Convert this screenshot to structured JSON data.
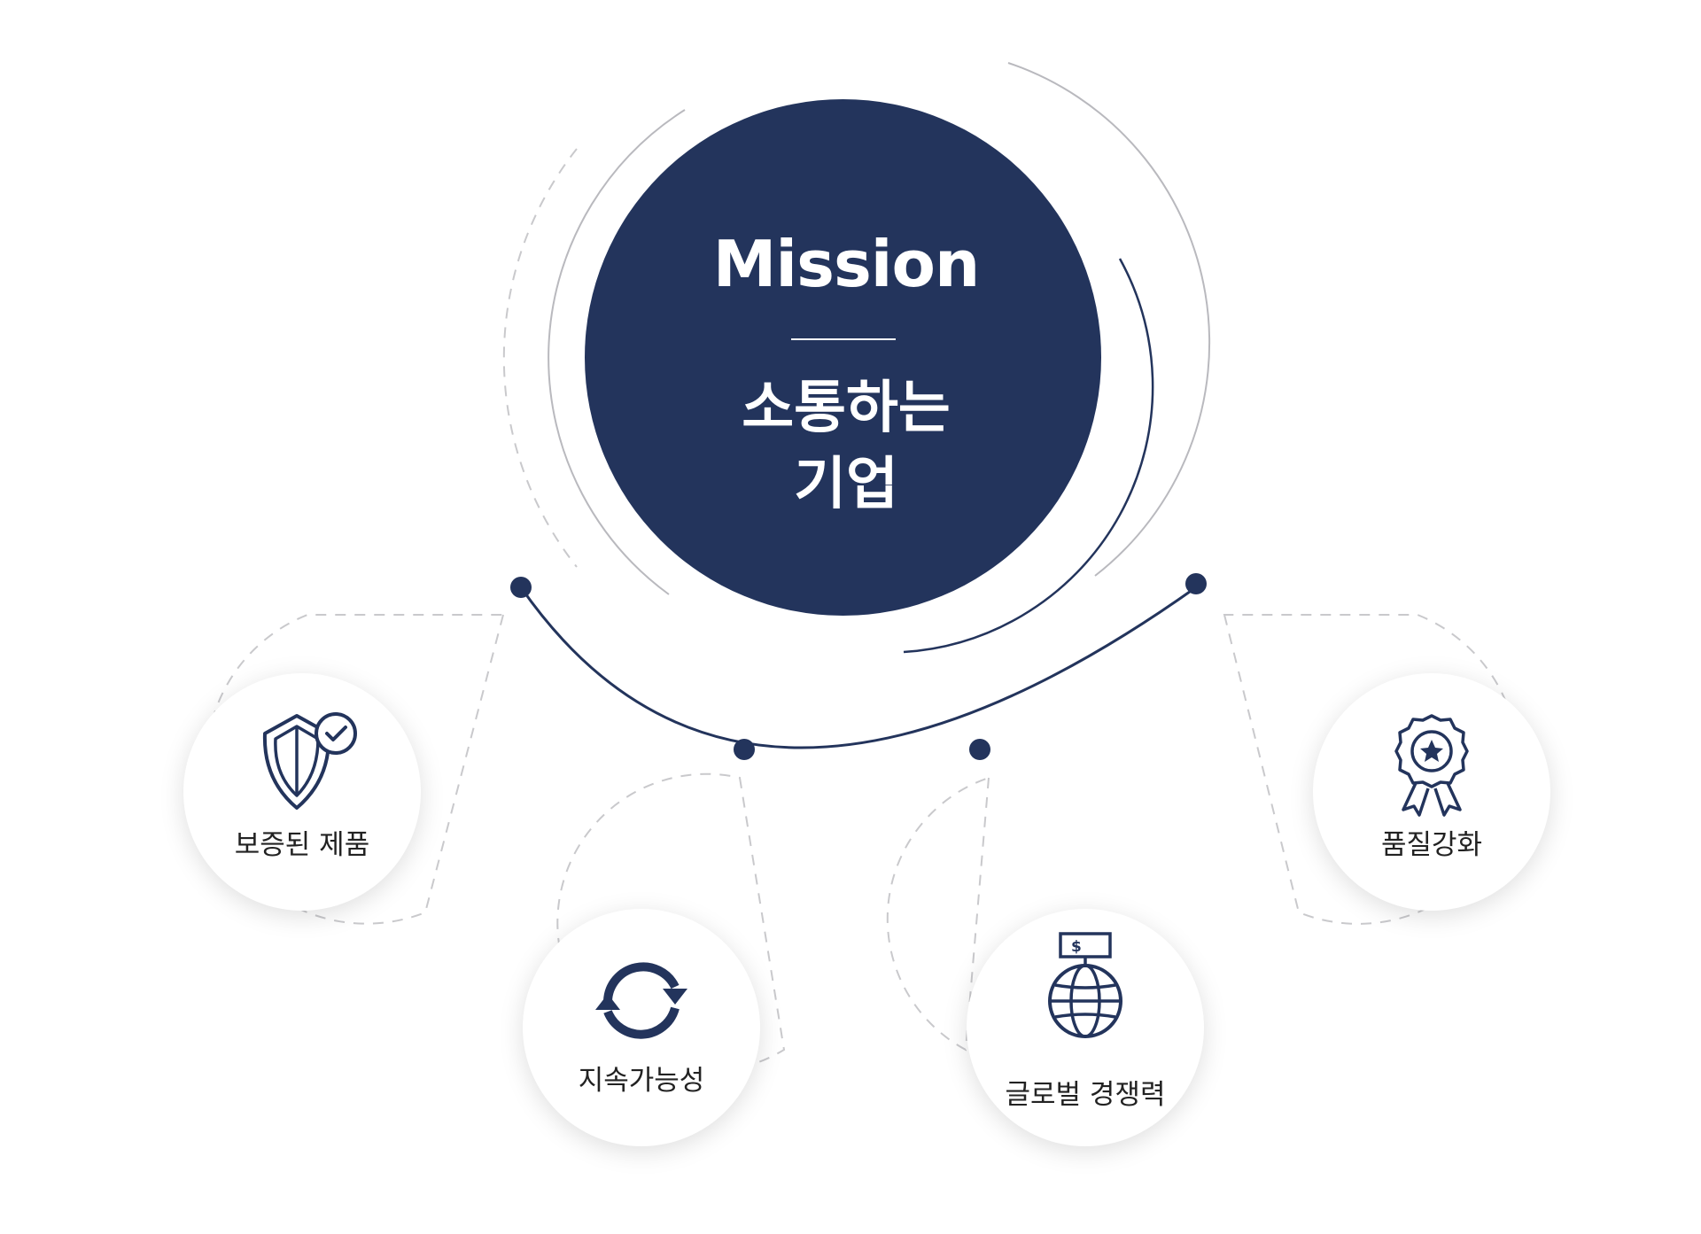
{
  "mission": {
    "title": "Mission",
    "slogan_line1": "소통하는",
    "slogan_line2": "기업"
  },
  "values": [
    {
      "label": "보증된 제품",
      "icon": "shield-check-icon"
    },
    {
      "label": "지속가능성",
      "icon": "refresh-cycle-icon"
    },
    {
      "label": "글로벌 경쟁력",
      "icon": "globe-dollar-icon"
    },
    {
      "label": "품질강화",
      "icon": "award-ribbon-icon"
    }
  ],
  "colors": {
    "navy": "#23345C",
    "ring_gray": "#B9B9BE",
    "dashed_gray": "#C9C9CC",
    "text": "#222222"
  }
}
